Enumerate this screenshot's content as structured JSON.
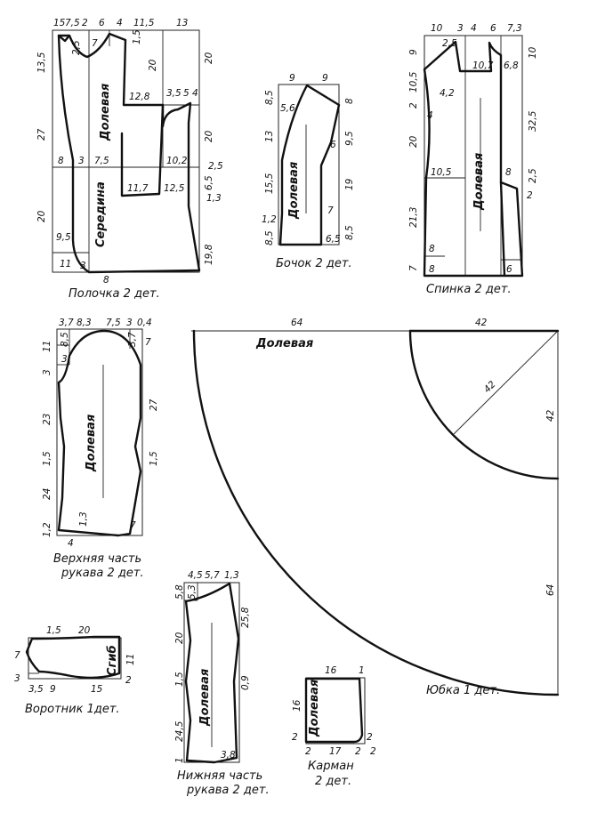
{
  "pieces": {
    "front": {
      "name": "Полочка 2 дет.",
      "grain": "Долевая",
      "middle": "Середина",
      "dims": [
        "15",
        "7,5",
        "2",
        "6",
        "4",
        "11,5",
        "13",
        "13,5",
        "2,5",
        "7",
        "1,5",
        "20",
        "20",
        "12,8",
        "3,5",
        "5",
        "4",
        "27",
        "20",
        "8",
        "3",
        "7,5",
        "10,2",
        "2,5",
        "11,7",
        "12,5",
        "6,5",
        "1,3",
        "20",
        "9,5",
        "19,8",
        "11",
        "3",
        "8"
      ]
    },
    "side": {
      "name": "Бочок 2 дет.",
      "grain": "Долевая",
      "dims": [
        "9",
        "9",
        "8,5",
        "5,6",
        "8",
        "13",
        "9,5",
        "6",
        "15,5",
        "19",
        "7",
        "1,2",
        "8,5",
        "6,5",
        "8,5"
      ]
    },
    "back": {
      "name": "Спинка 2 дет.",
      "grain": "Долевая",
      "dims": [
        "10",
        "3",
        "4",
        "6",
        "7,3",
        "9",
        "2,5",
        "10,7",
        "6,8",
        "10",
        "10,5",
        "4,2",
        "2",
        "4",
        "32,5",
        "20",
        "10,5",
        "8",
        "2,5",
        "2",
        "21,3",
        "8",
        "7",
        "8",
        "6"
      ]
    },
    "upper_sleeve": {
      "name_line1": "Верхняя часть",
      "name_line2": "рукава 2 дет.",
      "grain": "Долевая",
      "dims": [
        "3,7",
        "8,3",
        "7,5",
        "3",
        "0,4",
        "11",
        "8,5",
        "3,7",
        "7",
        "3",
        "3",
        "23",
        "27",
        "1,5",
        "1,5",
        "24",
        "1,3",
        "7",
        "1,2",
        "4"
      ]
    },
    "skirt": {
      "name": "Юбка 1 дет.",
      "grain": "Долевая",
      "dims": [
        "64",
        "42",
        "42",
        "42",
        "64"
      ]
    },
    "collar": {
      "name": "Воротник 1дет.",
      "fold": "Сгиб",
      "dims": [
        "1,5",
        "20",
        "7",
        "11",
        "3",
        "3,5",
        "9",
        "15",
        "2"
      ]
    },
    "under_sleeve": {
      "name_line1": "Нижняя часть",
      "name_line2": "рукава 2 дет.",
      "grain": "Долевая",
      "dims": [
        "4,5",
        "5,7",
        "1,3",
        "5,8",
        "5,3",
        "20",
        "25,8",
        "1,5",
        "0,9",
        "24,5",
        "3,8",
        "1"
      ]
    },
    "pocket": {
      "name_line1": "Карман",
      "name_line2": "2 дет.",
      "grain": "Долевая",
      "dims": [
        "16",
        "1",
        "16",
        "2",
        "2",
        "2",
        "17",
        "2",
        "2"
      ]
    }
  }
}
